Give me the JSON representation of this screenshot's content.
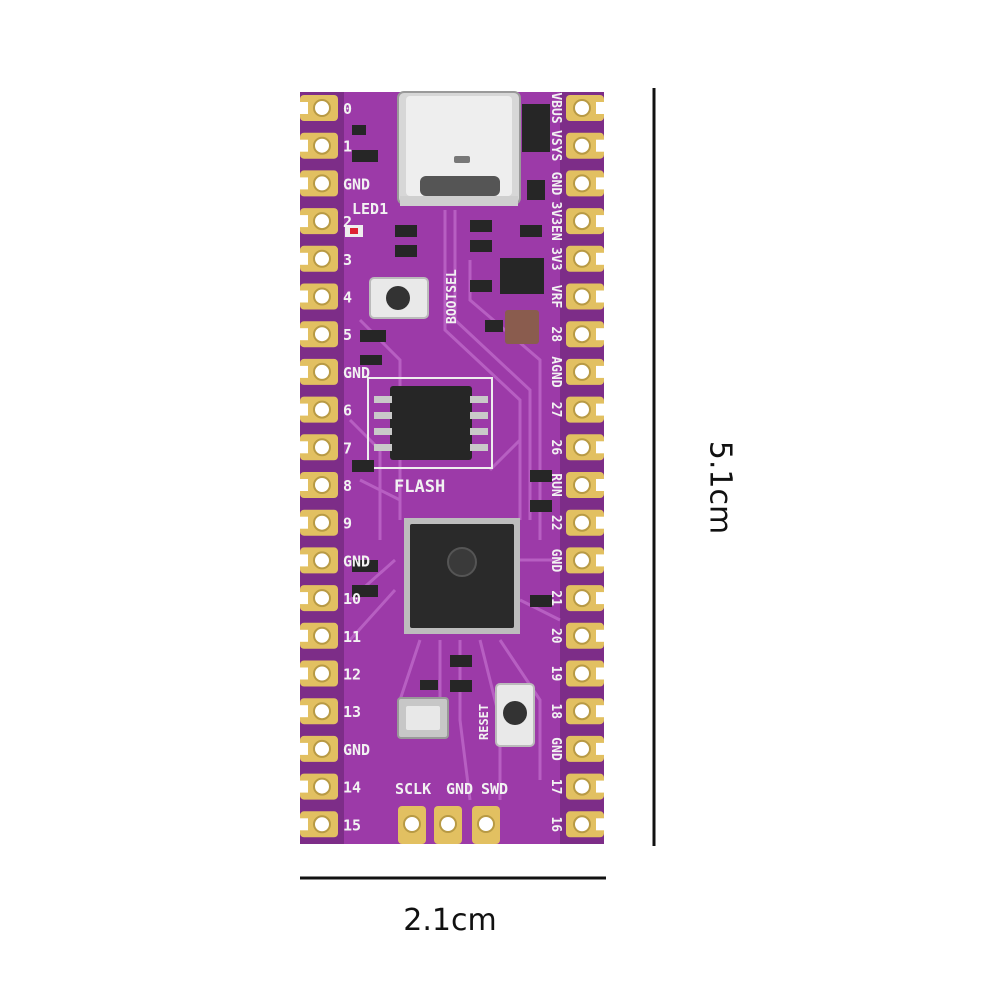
{
  "dimensions": {
    "height": "5.1cm",
    "width": "2.1cm"
  },
  "colors": {
    "pcb": "#9c3aa8",
    "pcb_dark": "#6f2478",
    "trace": "#b55bc1",
    "pad_gold": "#e2c061",
    "pad_hole": "#ffffff",
    "chip": "#2a2a2a",
    "silk": "#f2f2f2"
  },
  "silkscreen": {
    "left_pins": [
      "0",
      "1",
      "GND",
      "2",
      "3",
      "4",
      "5",
      "GND",
      "6",
      "7",
      "8",
      "9",
      "GND",
      "10",
      "11",
      "12",
      "13",
      "GND",
      "14",
      "15"
    ],
    "led_label": "LED1",
    "right_pins": [
      "VBUS",
      "VSYS",
      "GND",
      "3V3EN",
      "3V3",
      "VRF",
      "28",
      "AGND",
      "27",
      "26",
      "RUN",
      "22",
      "GND",
      "21",
      "20",
      "19",
      "18",
      "GND",
      "17",
      "16"
    ],
    "bootsel": "BOOTSEL",
    "flash": "FLASH",
    "reset": "RESET",
    "swd_labels": [
      "SCLK",
      "GND",
      "SWD"
    ]
  }
}
